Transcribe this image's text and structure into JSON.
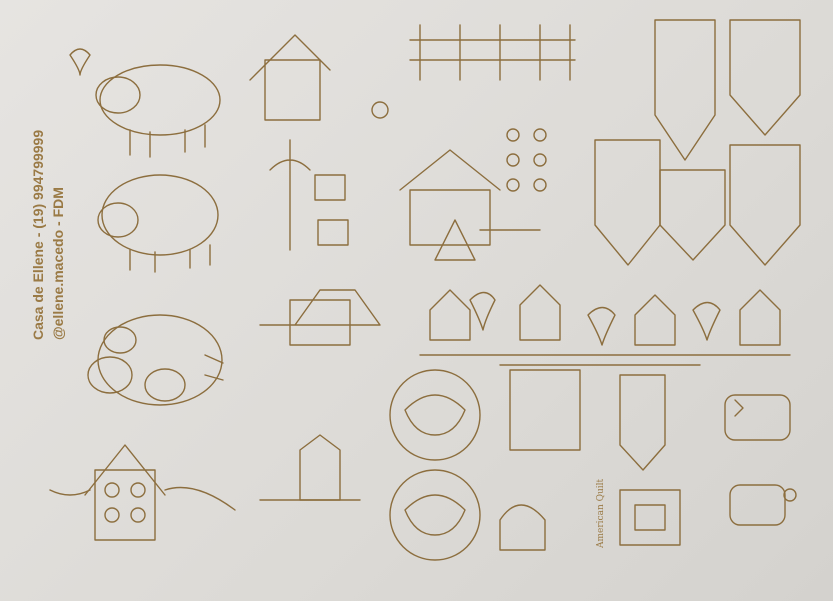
{
  "sheet": {
    "credit_line_1": "Casa de Ellene - (19) 994799999",
    "credit_line_2": "@ellene.macedo - FDM",
    "drawing_label": "American Quilt"
  },
  "colors": {
    "paper": "#e3e1de",
    "ink": "#8c6e3e"
  }
}
